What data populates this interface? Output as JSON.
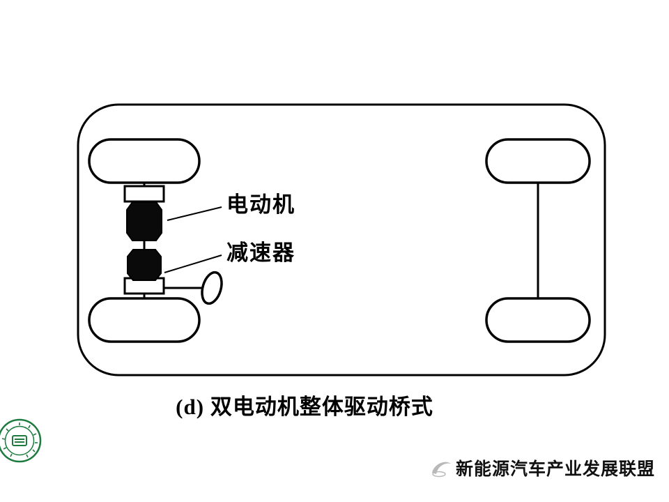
{
  "diagram": {
    "caption": "(d) 双电动机整体驱动桥式",
    "labels": {
      "motor": "电动机",
      "reducer": "减速器"
    },
    "icons": {
      "steering_wheel": "steering-wheel-icon",
      "seal": "green-circular-seal-icon",
      "alliance_logo": "car-swoosh-icon"
    },
    "colors": {
      "line": "#000000",
      "component_fill": "#0a0a0a",
      "seal_green": "#1e7a3e",
      "logo_gray": "#b9b9b9",
      "background": "#ffffff"
    }
  },
  "footer": {
    "alliance": "新能源汽车产业发展联盟"
  }
}
